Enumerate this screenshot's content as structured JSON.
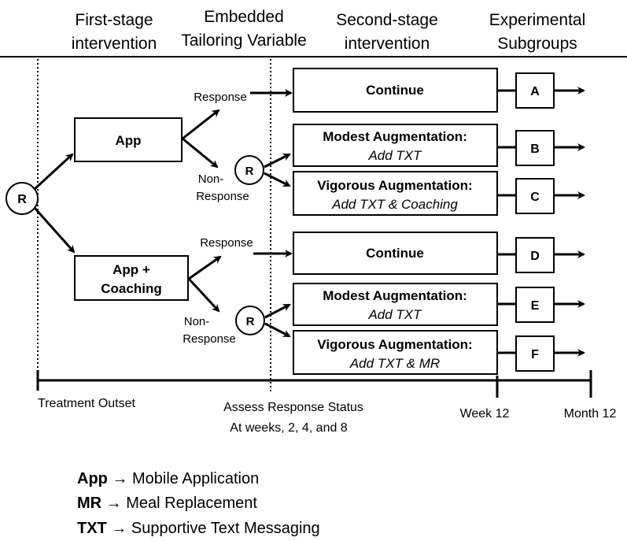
{
  "headers": {
    "first_stage": [
      "First-stage",
      "intervention"
    ],
    "tailoring": [
      "Embedded",
      "Tailoring Variable"
    ],
    "second_stage": [
      "Second-stage",
      "intervention"
    ],
    "subgroups": [
      "Experimental",
      "Subgroups"
    ]
  },
  "randomization_label": "R",
  "first_stage_boxes": {
    "app": [
      "App"
    ],
    "app_coaching": [
      "App +",
      "Coaching"
    ]
  },
  "responses": {
    "response": "Response",
    "non_response": [
      "Non-",
      "Response"
    ]
  },
  "second_stage_boxes": {
    "continue": "Continue",
    "modest_title": "Modest Augmentation:",
    "modest_detail": "Add TXT",
    "vigorous_title": "Vigorous Augmentation:",
    "vigorous_detail_app": "Add TXT & Coaching",
    "vigorous_detail_app_coaching": "Add TXT & MR"
  },
  "subgroups": [
    "A",
    "B",
    "C",
    "D",
    "E",
    "F"
  ],
  "timeline": {
    "treatment_outset": "Treatment Outset",
    "assess": [
      "Assess Response Status",
      "At weeks, 2, 4, and  8"
    ],
    "week12": "Week 12",
    "month12": "Month 12"
  },
  "legend": [
    {
      "term": "App",
      "arrow": "→",
      "definition": "Mobile Application"
    },
    {
      "term": "MR",
      "arrow": "→",
      "definition": "Meal Replacement"
    },
    {
      "term": "TXT",
      "arrow": "→",
      "definition": "Supportive Text Messaging"
    }
  ]
}
